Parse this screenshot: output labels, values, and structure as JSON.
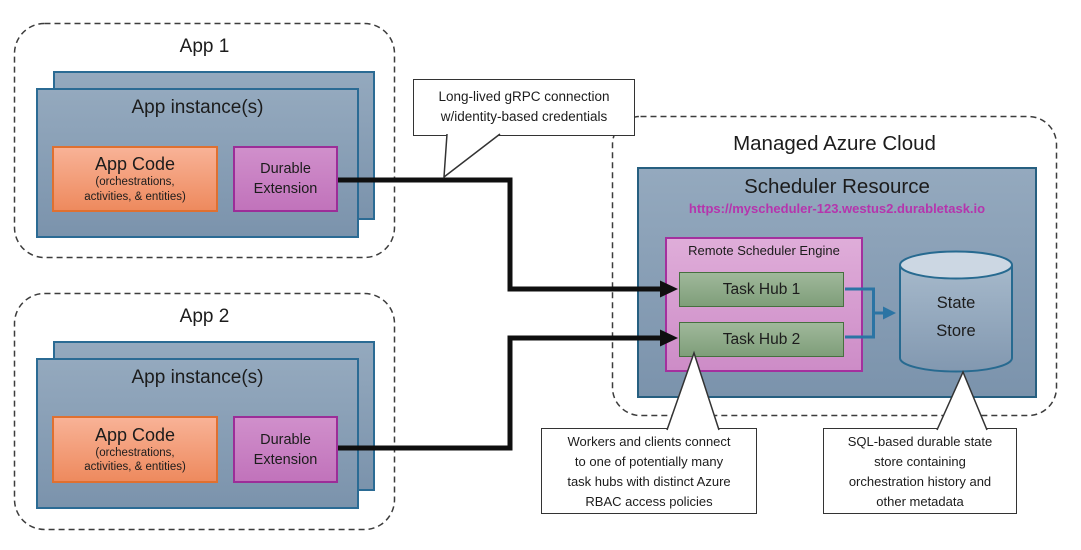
{
  "apps": {
    "app1": {
      "title": "App 1",
      "instances_label": "App instance(s)",
      "app_code_title": "App Code",
      "app_code_sub1": "(orchestrations,",
      "app_code_sub2": "activities, & entities)",
      "durable_line1": "Durable",
      "durable_line2": "Extension"
    },
    "app2": {
      "title": "App 2",
      "instances_label": "App instance(s)",
      "app_code_title": "App Code",
      "app_code_sub1": "(orchestrations,",
      "app_code_sub2": "activities, & entities)",
      "durable_line1": "Durable",
      "durable_line2": "Extension"
    }
  },
  "cloud": {
    "title": "Managed Azure Cloud",
    "scheduler": {
      "title": "Scheduler Resource",
      "url": "https://myscheduler-123.westus2.durabletask.io",
      "engine_title": "Remote Scheduler Engine",
      "task_hub_1": "Task Hub 1",
      "task_hub_2": "Task Hub 2",
      "state_store_line1": "State",
      "state_store_line2": "Store"
    }
  },
  "callouts": {
    "grpc": {
      "text": "Long-lived gRPC connection w/identity-based credentials",
      "lines": [
        "Long-lived gRPC connection",
        "w/identity-based credentials"
      ]
    },
    "workers": {
      "text": "Workers and clients connect to one of potentially many task hubs with distinct Azure RBAC access policies",
      "lines": [
        "Workers and clients connect",
        "to one of potentially many",
        "task hubs with distinct Azure",
        "RBAC access policies"
      ]
    },
    "sql": {
      "text": "SQL-based durable state store containing orchestration history and other metadata",
      "lines": [
        "SQL-based durable state",
        "store containing",
        "orchestration history and",
        "other metadata"
      ]
    }
  },
  "colors": {
    "box_blue_fill": "#8aa0b6",
    "box_blue_border": "#2b6b94",
    "app_code_fill": "#f3a07b",
    "app_code_border": "#df7030",
    "durable_fill": "#c87fc3",
    "durable_border": "#9c2d98",
    "engine_fill": "#d69dd0",
    "engine_border": "#a4309e",
    "task_hub_fill": "#8fac8a",
    "task_hub_border": "#46703f",
    "connector_black": "#0f0f0f",
    "connector_blue": "#2b74a4",
    "url_text": "#b535ad"
  }
}
